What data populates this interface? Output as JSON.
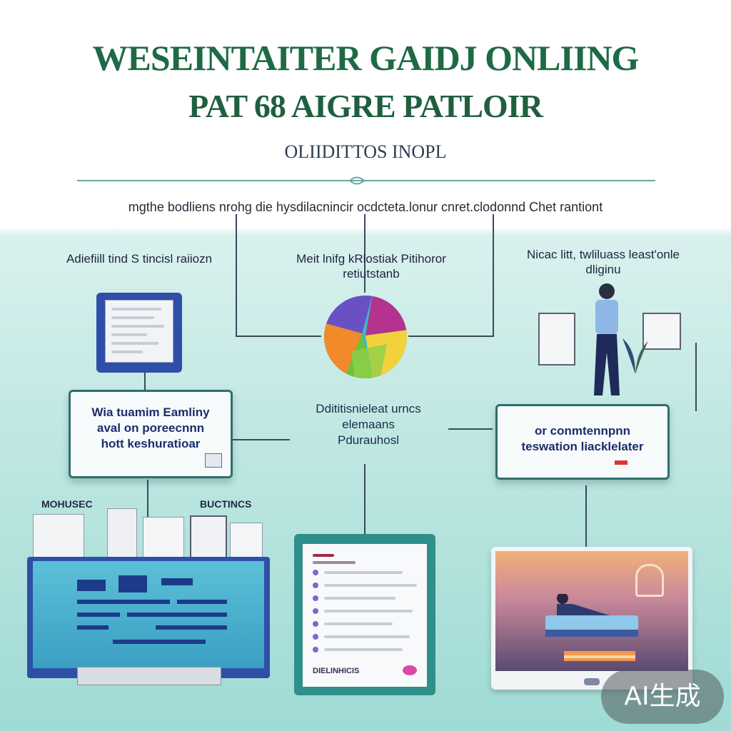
{
  "header": {
    "title_line1": "WESEINTAITER GAIDJ ONLIING",
    "title_line2": "PAT 68 AIGRE PATLOIR",
    "subtitle": "OLIIDITTOS INOPL",
    "tagline": "mgthe bodliens nrohg die hysdilacnincir ocdcteta.lonur cnret.clodonnd Chet rantiont"
  },
  "sections": {
    "left_heading": "Adiefiill tind S tincisl raiiozn",
    "center_heading_line1": "Meit lnifg kRlostiak Pitihoror",
    "center_heading_line2": "retiutstanb",
    "right_heading_line1": "Nicac litt, twliluass least'onle",
    "right_heading_line2": "dliginu"
  },
  "cards": {
    "left_line1": "Wia tuamim Eamliny",
    "left_line2": "aval on poreecnnn",
    "left_line3": "hott keshuratioar",
    "right_line1": "or conmtennpnn",
    "right_line2": "teswation liacklelater"
  },
  "center_text": {
    "line1": "Ddititisnieleat urncs",
    "line2": "elemaans",
    "line3": "Pdurauhosl"
  },
  "labels": {
    "left_small": "MOHUSEC",
    "right_small": "BUCTINCS",
    "doc_footer": "DIELINHICIS"
  },
  "watermark": "AI生成",
  "colors": {
    "title_green": "#1e6a44",
    "navy": "#1c2d6b",
    "teal_border": "#2f6f6d",
    "monitor_blue": "#2e4fa8"
  }
}
